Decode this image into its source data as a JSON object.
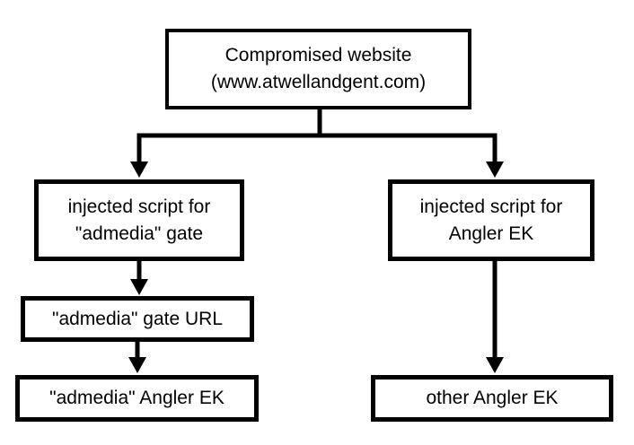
{
  "diagram": {
    "colors": {
      "background": "#ffffff",
      "line": "#000000",
      "node_fill": "#ffffff",
      "text": "#000000"
    },
    "nodes": {
      "compromised_website": {
        "lines": [
          "Compromised website",
          "(www.atwellandgent.com)"
        ]
      },
      "injected_script_admedia_gate": {
        "lines": [
          "injected script for",
          "\"admedia\" gate"
        ]
      },
      "injected_script_angler_ek": {
        "lines": [
          "injected script for",
          "Angler EK"
        ]
      },
      "admedia_gate_url": {
        "lines": [
          "\"admedia\" gate URL"
        ]
      },
      "admedia_angler_ek": {
        "lines": [
          "\"admedia\" Angler EK"
        ]
      },
      "other_angler_ek": {
        "lines": [
          "other Angler EK"
        ]
      }
    },
    "edges": [
      {
        "from": "compromised_website",
        "to": "injected_script_admedia_gate"
      },
      {
        "from": "compromised_website",
        "to": "injected_script_angler_ek"
      },
      {
        "from": "injected_script_admedia_gate",
        "to": "admedia_gate_url"
      },
      {
        "from": "admedia_gate_url",
        "to": "admedia_angler_ek"
      },
      {
        "from": "injected_script_angler_ek",
        "to": "other_angler_ek"
      }
    ]
  }
}
